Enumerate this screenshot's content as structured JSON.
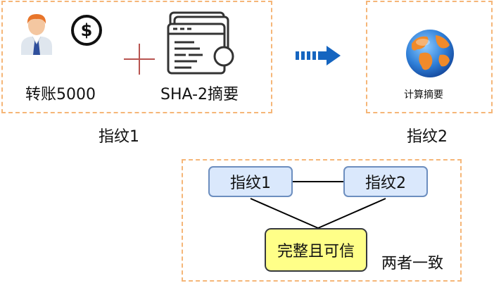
{
  "left_panel": {
    "transfer_label": "转账5000",
    "digest_label": "SHA-2摘要",
    "caption": "指纹1"
  },
  "right_panel": {
    "compute_label": "计算摘要",
    "caption": "指纹2"
  },
  "bottom_panel": {
    "fingerprint1": "指纹1",
    "fingerprint2": "指纹2",
    "result": "完整且可信",
    "agreement_label": "两者一致"
  },
  "colors": {
    "dash_border": "#f5b678",
    "plus_sign": "#b85450",
    "arrow_blue": "#1565c0",
    "node_fill": "#dae8fc",
    "node_border": "#6c8ebf",
    "result_fill": "#ffff88",
    "result_border": "#36393d"
  },
  "icons": {
    "user": "person-icon",
    "dollar": "dollar-icon",
    "digest": "document-window-icon",
    "globe": "globe-icon",
    "arrow": "dashed-arrow-icon"
  }
}
